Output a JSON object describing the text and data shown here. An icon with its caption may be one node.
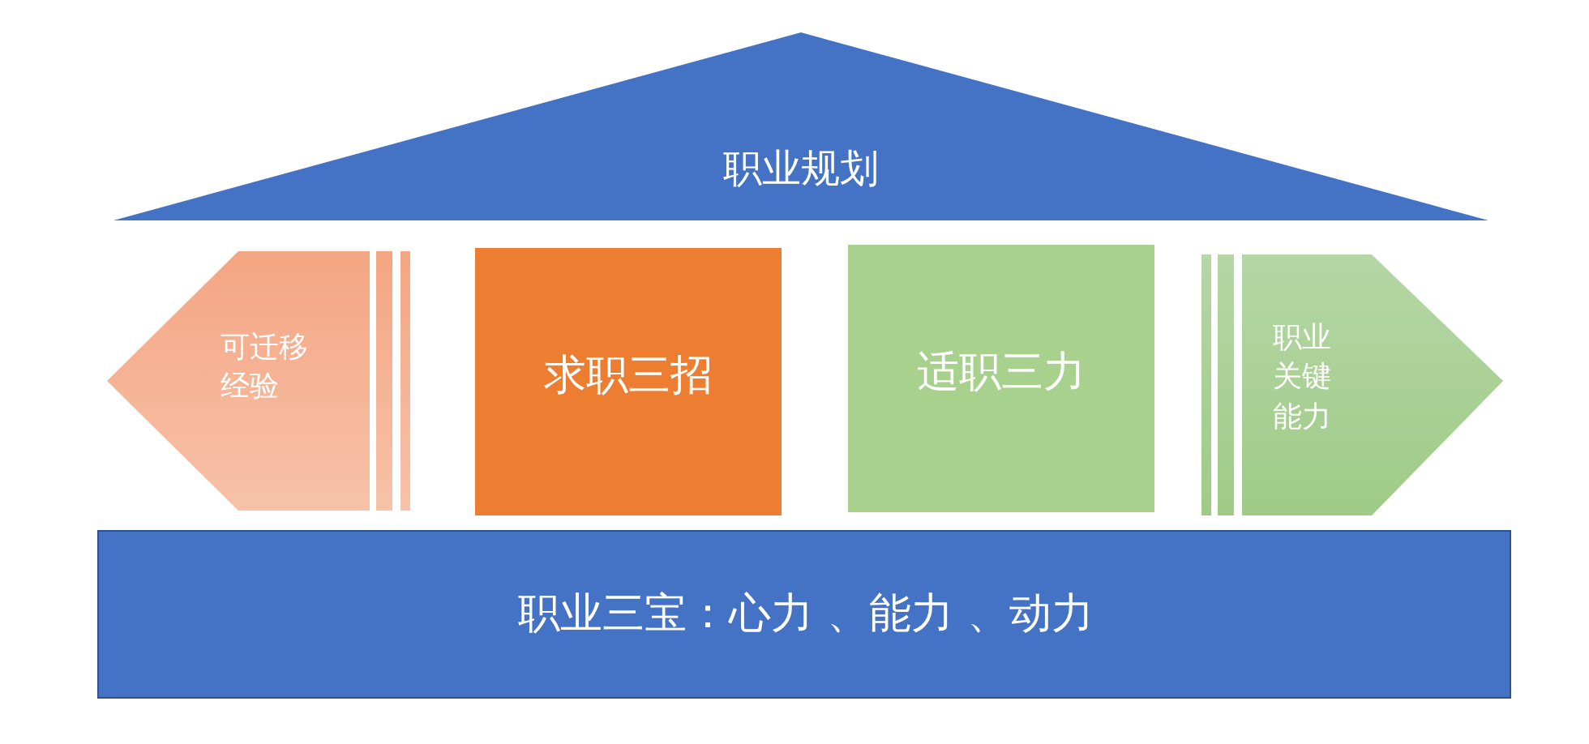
{
  "diagram": {
    "nodes": [
      {
        "text": [
          "职业规划"
        ]
      },
      {
        "text": [
          "可迁移经验"
        ]
      },
      {
        "text": [
          "求职三招"
        ]
      },
      {
        "text": [
          "适职三力"
        ]
      },
      {
        "text": [
          "职业关键能力"
        ]
      },
      {
        "text": [
          "职业三宝：心力 、能力 、动力"
        ]
      }
    ]
  }
}
